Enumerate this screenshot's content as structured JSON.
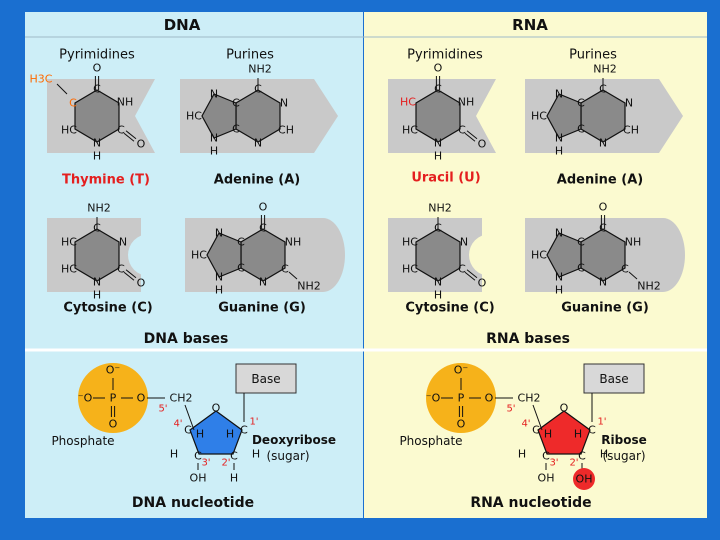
{
  "headers": {
    "dna": "DNA",
    "rna": "RNA"
  },
  "dna": {
    "pyrimidines": "Pyrimidines",
    "purines": "Purines",
    "thymine": "Thymine (T)",
    "adenine": "Adenine (A)",
    "cytosine": "Cytosine (C)",
    "guanine": "Guanine (G)",
    "bases_caption": "DNA bases",
    "nucleotide_caption": "DNA nucleotide",
    "sugar_name": "Deoxyribose",
    "sugar_note": "(sugar)"
  },
  "rna": {
    "pyrimidines": "Pyrimidines",
    "purines": "Purines",
    "uracil": "Uracil (U)",
    "adenine": "Adenine (A)",
    "cytosine": "Cytosine (C)",
    "guanine": "Guanine (G)",
    "bases_caption": "RNA bases",
    "nucleotide_caption": "RNA nucleotide",
    "sugar_name": "Ribose",
    "sugar_note": "(sugar)"
  },
  "atoms": {
    "O": "O",
    "N": "N",
    "C": "C",
    "H": "H",
    "NH": "NH",
    "NH2": "NH2",
    "HC": "HC",
    "CH": "CH",
    "CH2": "CH2",
    "H3C": "H3C",
    "OH": "OH",
    "P": "P",
    "Ominus": "O⁻",
    "minusO": "⁻O"
  },
  "nucleotide": {
    "phosphate": "Phosphate",
    "base": "Base",
    "c1": "1'",
    "c2": "2'",
    "c3": "3'",
    "c4": "4'",
    "c5": "5'"
  },
  "colors": {
    "dna_bg": "#cdeef7",
    "rna_bg": "#fbfad0",
    "frame": "#1a6fd0",
    "base_shape": "#c9c9c9",
    "ring": "#8a8a8a",
    "highlight_red": "#e41f1f",
    "phosphate": "#f6b21a",
    "deoxyribose": "#2f7fe8",
    "ribose": "#ee2a2a",
    "base_box": "#d8d8d8"
  }
}
